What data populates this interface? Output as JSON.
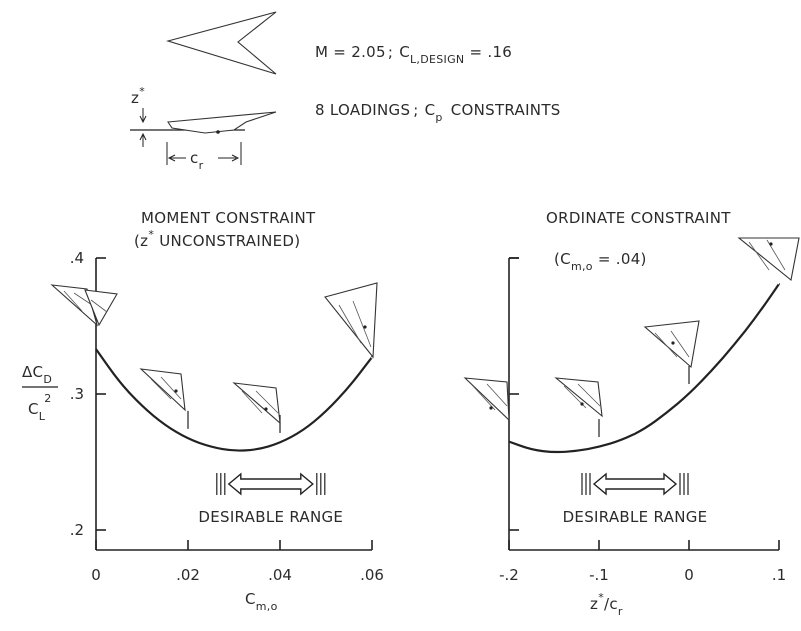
{
  "header": {
    "mach_text": "M = 2.05",
    "sep1": ";",
    "cl_design": "C",
    "cl_design_sub": "L,DESIGN",
    "cl_design_value": "= .16",
    "loadings_text": "8 LOADINGS",
    "sep2": ";",
    "cp_text": "C",
    "cp_sub": "p",
    "constraints_text": "CONSTRAINTS",
    "zstar_label": "z",
    "zstar_sup": "*",
    "cr_label": "c",
    "cr_sub": "r"
  },
  "ylabel": {
    "num": "ΔC",
    "num_sub": "D",
    "den": "C",
    "den_sub": "L",
    "den_sup": "2"
  },
  "chart_data": [
    {
      "type": "line",
      "title_line1": "MOMENT CONSTRAINT",
      "title_line2": "(z",
      "title_line2_sup": "*",
      "title_line2_rest": " UNCONSTRAINED)",
      "xlabel": "C",
      "xlabel_sub": "m,o",
      "xlim": [
        0,
        0.06
      ],
      "ylim": [
        0.2,
        0.4
      ],
      "xticks": [
        0,
        0.02,
        0.04,
        0.06
      ],
      "xtick_labels": [
        "0",
        ".02",
        ".04",
        ".06"
      ],
      "yticks": [
        0.2,
        0.3,
        0.4
      ],
      "ytick_labels": [
        ".2",
        ".3",
        ".4"
      ],
      "series": [
        {
          "x": [
            0,
            0.005,
            0.01,
            0.015,
            0.02,
            0.025,
            0.03,
            0.035,
            0.04,
            0.045,
            0.05,
            0.055,
            0.06
          ],
          "y": [
            0.333,
            0.309,
            0.291,
            0.277,
            0.267,
            0.261,
            0.258,
            0.259,
            0.264,
            0.273,
            0.287,
            0.305,
            0.327
          ]
        }
      ],
      "annotation": "DESIRABLE RANGE",
      "desirable_range": [
        0.028,
        0.048
      ],
      "planform_markers_x": [
        0.02,
        0.04
      ]
    },
    {
      "type": "line",
      "title_line1": "ORDINATE CONSTRAINT",
      "title_line2": "(C",
      "title_line2_sub": "m,o",
      "title_line2_rest": " = .04)",
      "xlabel": "z",
      "xlabel_sup": "*",
      "xlabel_rest": "/c",
      "xlabel_sub": "r",
      "xlim": [
        -0.2,
        0.1
      ],
      "ylim": [
        0.2,
        0.4
      ],
      "xticks": [
        -0.2,
        -0.1,
        0,
        0.1
      ],
      "xtick_labels": [
        "-.2",
        "-.1",
        "0",
        ".1"
      ],
      "yticks": [
        0.2,
        0.3,
        0.4
      ],
      "ytick_labels": [
        "",
        "",
        ""
      ],
      "series": [
        {
          "x": [
            -0.2,
            -0.175,
            -0.15,
            -0.125,
            -0.1,
            -0.075,
            -0.05,
            -0.025,
            0,
            0.025,
            0.05,
            0.075,
            0.1
          ],
          "y": [
            0.265,
            0.259,
            0.257,
            0.258,
            0.261,
            0.266,
            0.274,
            0.286,
            0.3,
            0.317,
            0.336,
            0.357,
            0.381
          ]
        }
      ],
      "annotation": "DESIRABLE RANGE",
      "desirable_range": [
        -0.11,
        -0.01
      ],
      "planform_markers_x": [
        -0.1,
        0
      ]
    }
  ]
}
